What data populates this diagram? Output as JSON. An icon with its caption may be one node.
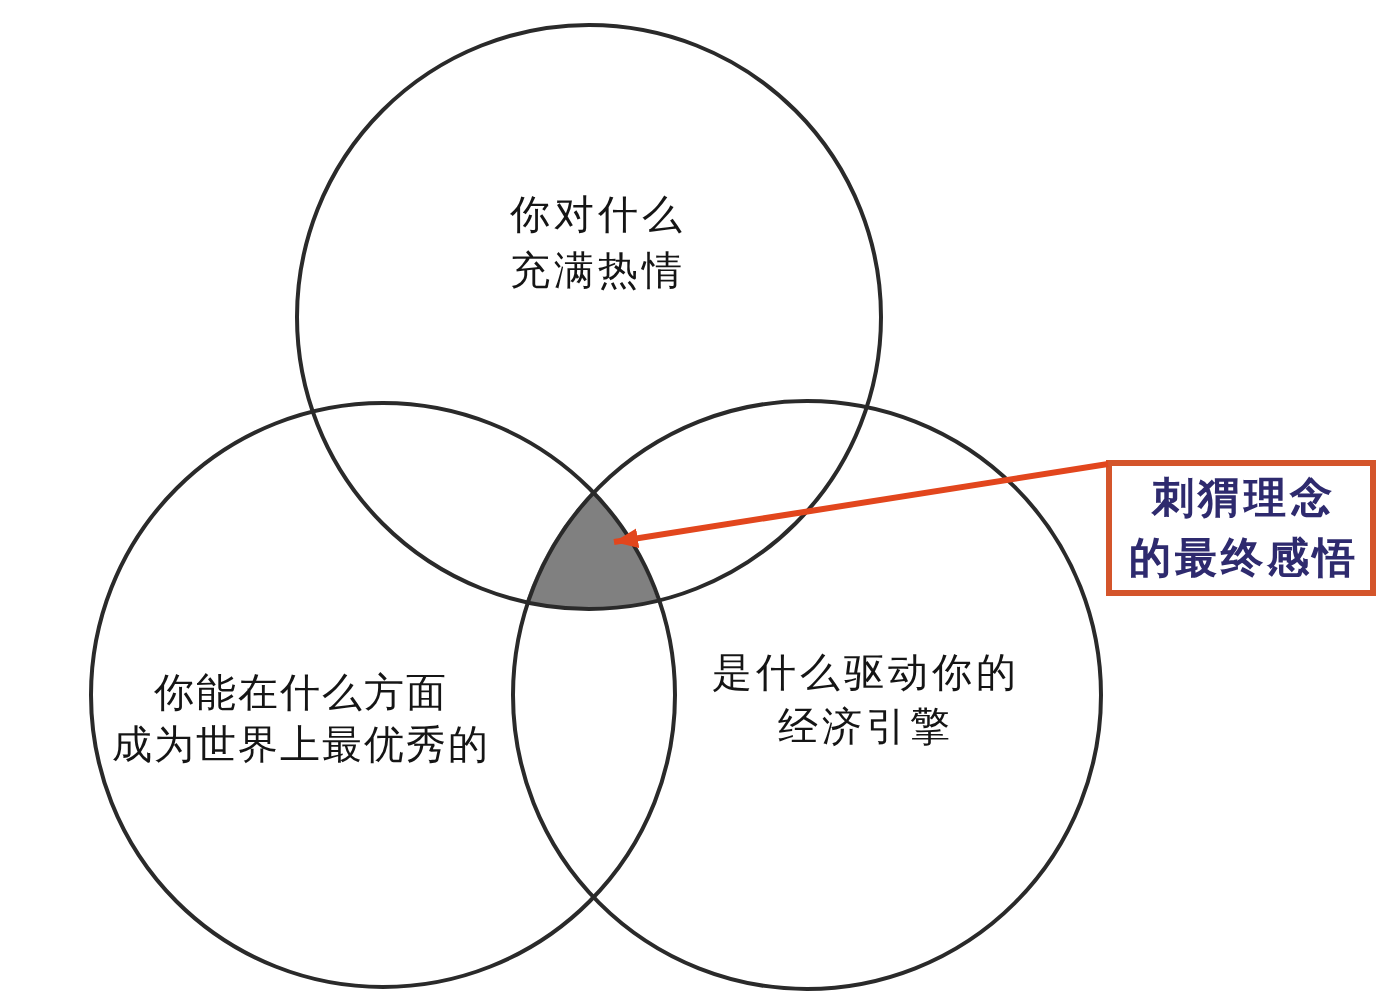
{
  "diagram": {
    "nodes": [
      {
        "text": [
          "你对什么充满热情"
        ]
      },
      {
        "text": [
          "你能在什么方面成为世界上最优秀的"
        ]
      },
      {
        "text": [
          "是什么驱动你的经济引擎"
        ]
      },
      {
        "text": [],
        "shape": "triangle"
      },
      {
        "text": [
          "刺猬理念的最终感悟"
        ]
      }
    ],
    "edges": [
      {
        "from": 4,
        "to": 3,
        "arrow": "to",
        "color": "#e2461d"
      }
    ]
  }
}
